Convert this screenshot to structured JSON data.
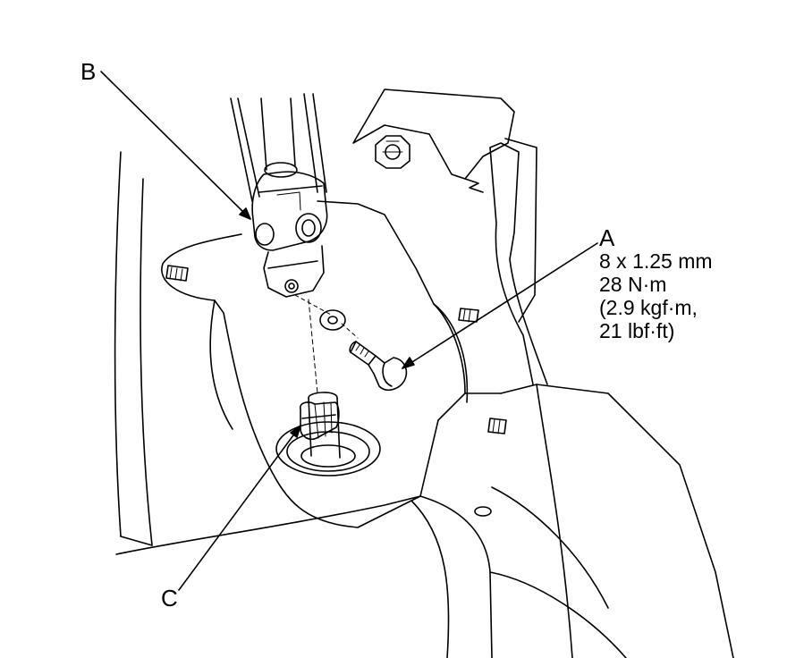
{
  "callouts": {
    "a": {
      "letter": "A"
    },
    "b": {
      "letter": "B"
    },
    "c": {
      "letter": "C"
    }
  },
  "spec": {
    "size": "8 x 1.25 mm",
    "torque_nm": "28 N·m",
    "torque_kgfm": "(2.9 kgf·m,",
    "torque_lbfft": "21 lbf·ft)"
  },
  "colors": {
    "ink": "#000000",
    "paper": "#ffffff"
  }
}
